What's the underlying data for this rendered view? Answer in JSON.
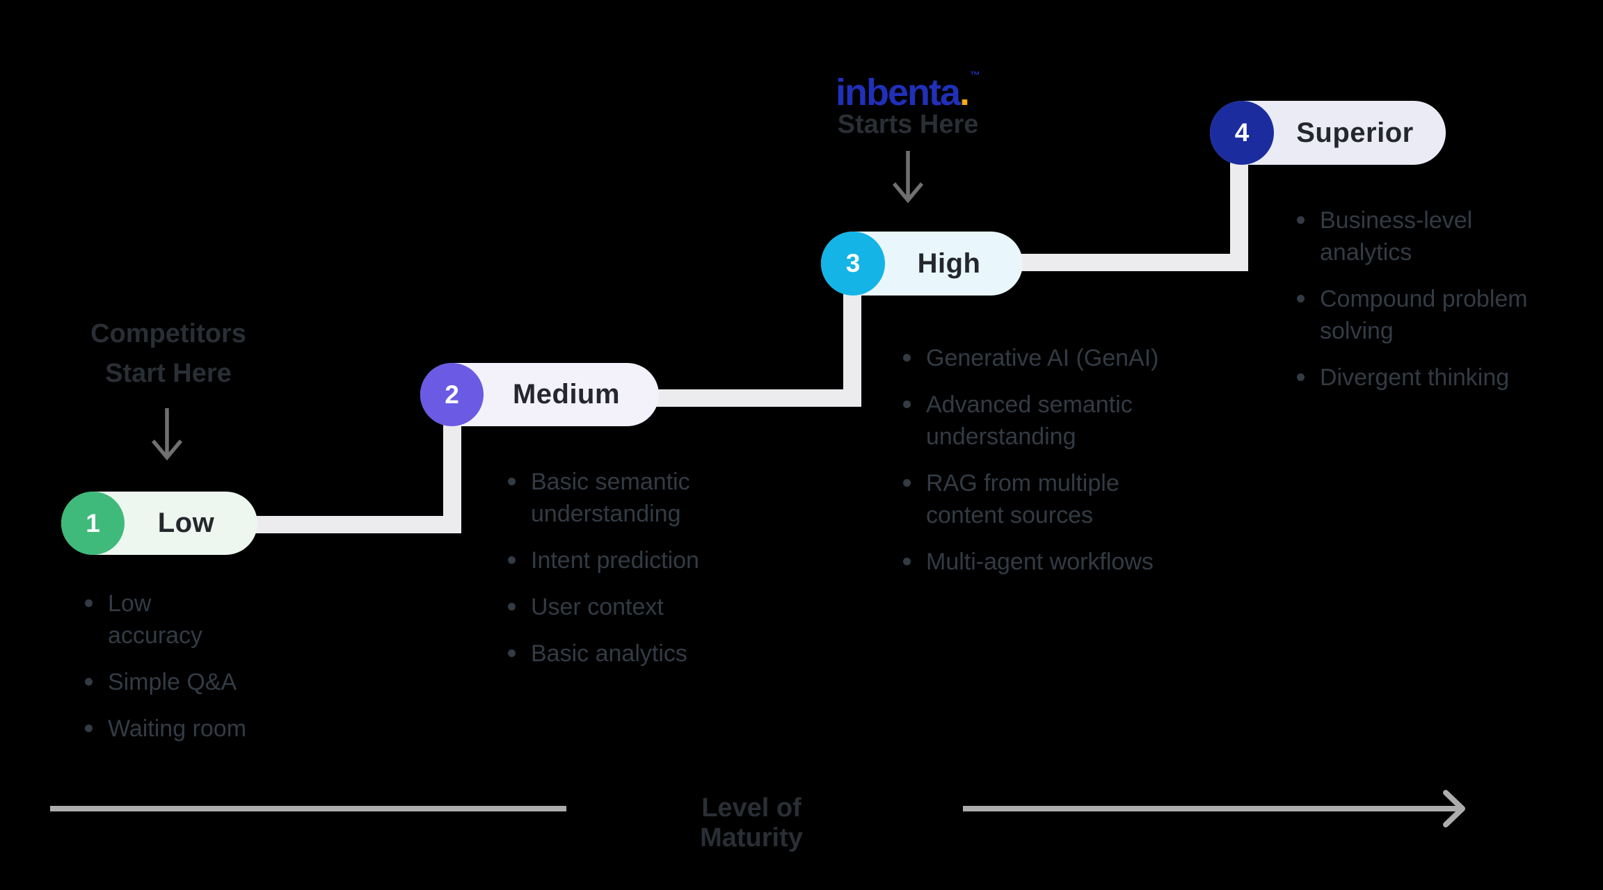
{
  "colors": {
    "background": "#000000",
    "logo-blue": "#2130b8",
    "logo-gold": "#f2ac14",
    "heading-dark": "#2a2e35",
    "bullet-text": "#333b44",
    "pill-label": "#24272c",
    "connector": "#ececee",
    "arrow-gray": "#707070",
    "axis-gray": "#adadad"
  },
  "logo": {
    "text": "inbenta",
    "dot": ".",
    "tm": "™",
    "subtitle": "Starts Here"
  },
  "annotations": {
    "competitors": "Competitors\nStart Here"
  },
  "axis": {
    "label": "Level of Maturity"
  },
  "levels": [
    {
      "num": "1",
      "label": "Low",
      "circle_color": "#3fba7a",
      "pill_bg": "#eef6f0",
      "items": [
        "Low\naccuracy",
        "Simple Q&A",
        "Waiting room"
      ]
    },
    {
      "num": "2",
      "label": "Medium",
      "circle_color": "#6a5ae4",
      "pill_bg": "#f3f2fb",
      "items": [
        "Basic semantic\nunderstanding",
        "Intent prediction",
        "User context",
        "Basic analytics"
      ]
    },
    {
      "num": "3",
      "label": "High",
      "circle_color": "#14b4e6",
      "pill_bg": "#e9f7fd",
      "items": [
        "Generative AI (GenAI)",
        "Advanced semantic\nunderstanding",
        "RAG from multiple\ncontent sources",
        "Multi-agent workflows"
      ]
    },
    {
      "num": "4",
      "label": "Superior",
      "circle_color": "#1b2d9e",
      "pill_bg": "#ebebf6",
      "items": [
        "Business-level\nanalytics",
        "Compound problem\nsolving",
        "Divergent thinking"
      ]
    }
  ]
}
